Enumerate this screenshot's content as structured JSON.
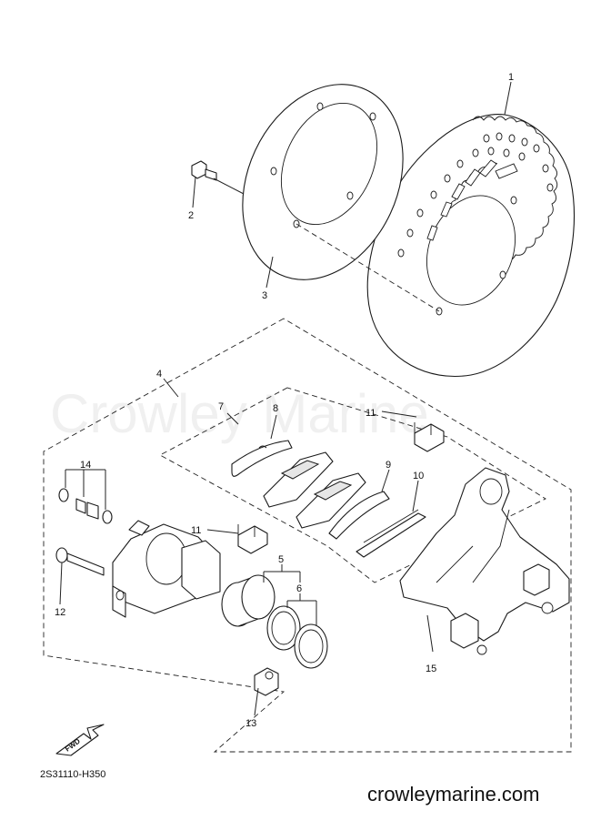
{
  "watermark": "Crowley Marine",
  "figure_code": "2S31110-H350",
  "site_url": "crowleymarine.com",
  "fwd_label": "FWD",
  "callouts": [
    "1",
    "2",
    "3",
    "4",
    "5",
    "6",
    "7",
    "8",
    "9",
    "10",
    "11",
    "11",
    "12",
    "13",
    "14",
    "15"
  ],
  "parts": [
    {
      "ref": "1",
      "name": "brake-disc-rotor-icon"
    },
    {
      "ref": "2",
      "name": "disc-bolt-icon"
    },
    {
      "ref": "3",
      "name": "disc-spacer-ring-icon"
    },
    {
      "ref": "4",
      "name": "caliper-assembly-group"
    },
    {
      "ref": "5",
      "name": "caliper-piston-icon"
    },
    {
      "ref": "6",
      "name": "piston-seal-icon"
    },
    {
      "ref": "7",
      "name": "brake-pad-kit-group"
    },
    {
      "ref": "8",
      "name": "pad-shim-icon"
    },
    {
      "ref": "9",
      "name": "pad-shim-icon"
    },
    {
      "ref": "10",
      "name": "pad-spring-icon"
    },
    {
      "ref": "11",
      "name": "pad-support-clip-icon"
    },
    {
      "ref": "12",
      "name": "caliper-slide-pin-icon"
    },
    {
      "ref": "13",
      "name": "boot-icon"
    },
    {
      "ref": "14",
      "name": "bleed-screw-kit-icon"
    },
    {
      "ref": "15",
      "name": "caliper-bracket-icon"
    }
  ]
}
